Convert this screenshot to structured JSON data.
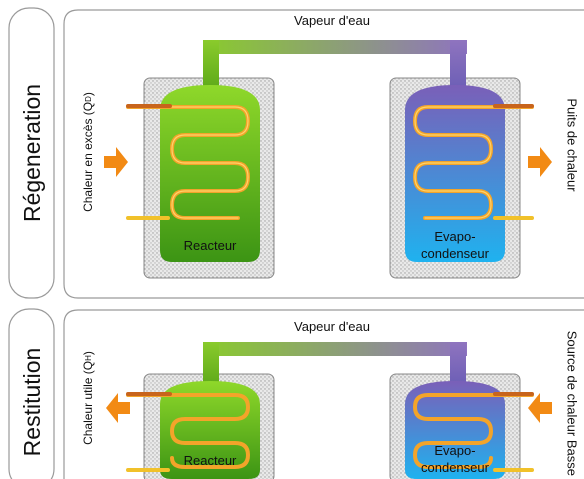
{
  "panels": [
    {
      "side_title": "Régeneration",
      "vapor_label": "Vapeur d'eau",
      "left_label": "Chaleur en excès (Q",
      "left_label_sub": "D",
      "left_label_end": ")",
      "right_label": "Puits de chaleur",
      "reactor_label": "Reacteur",
      "condenser_label_1": "Evapo-",
      "condenser_label_2": "condenseur"
    },
    {
      "side_title": "Restitution",
      "vapor_label": "Vapeur d'eau",
      "left_label": "Chaleur utile (Q",
      "left_label_sub": "H",
      "left_label_end": ")",
      "right_label": "Source de chaleur Basse T",
      "reactor_label": "Reacteur",
      "condenser_label_1": "Evapo-",
      "condenser_label_2": "condenseur"
    }
  ],
  "colors": {
    "reactor_top": "#7ccc1a",
    "reactor_bottom": "#3a8f12",
    "condenser_top": "#7766c0",
    "condenser_bottom": "#22aaee",
    "coil": "#f0a020",
    "arrow": "#f28a14",
    "frame": "#aaaaaa"
  }
}
